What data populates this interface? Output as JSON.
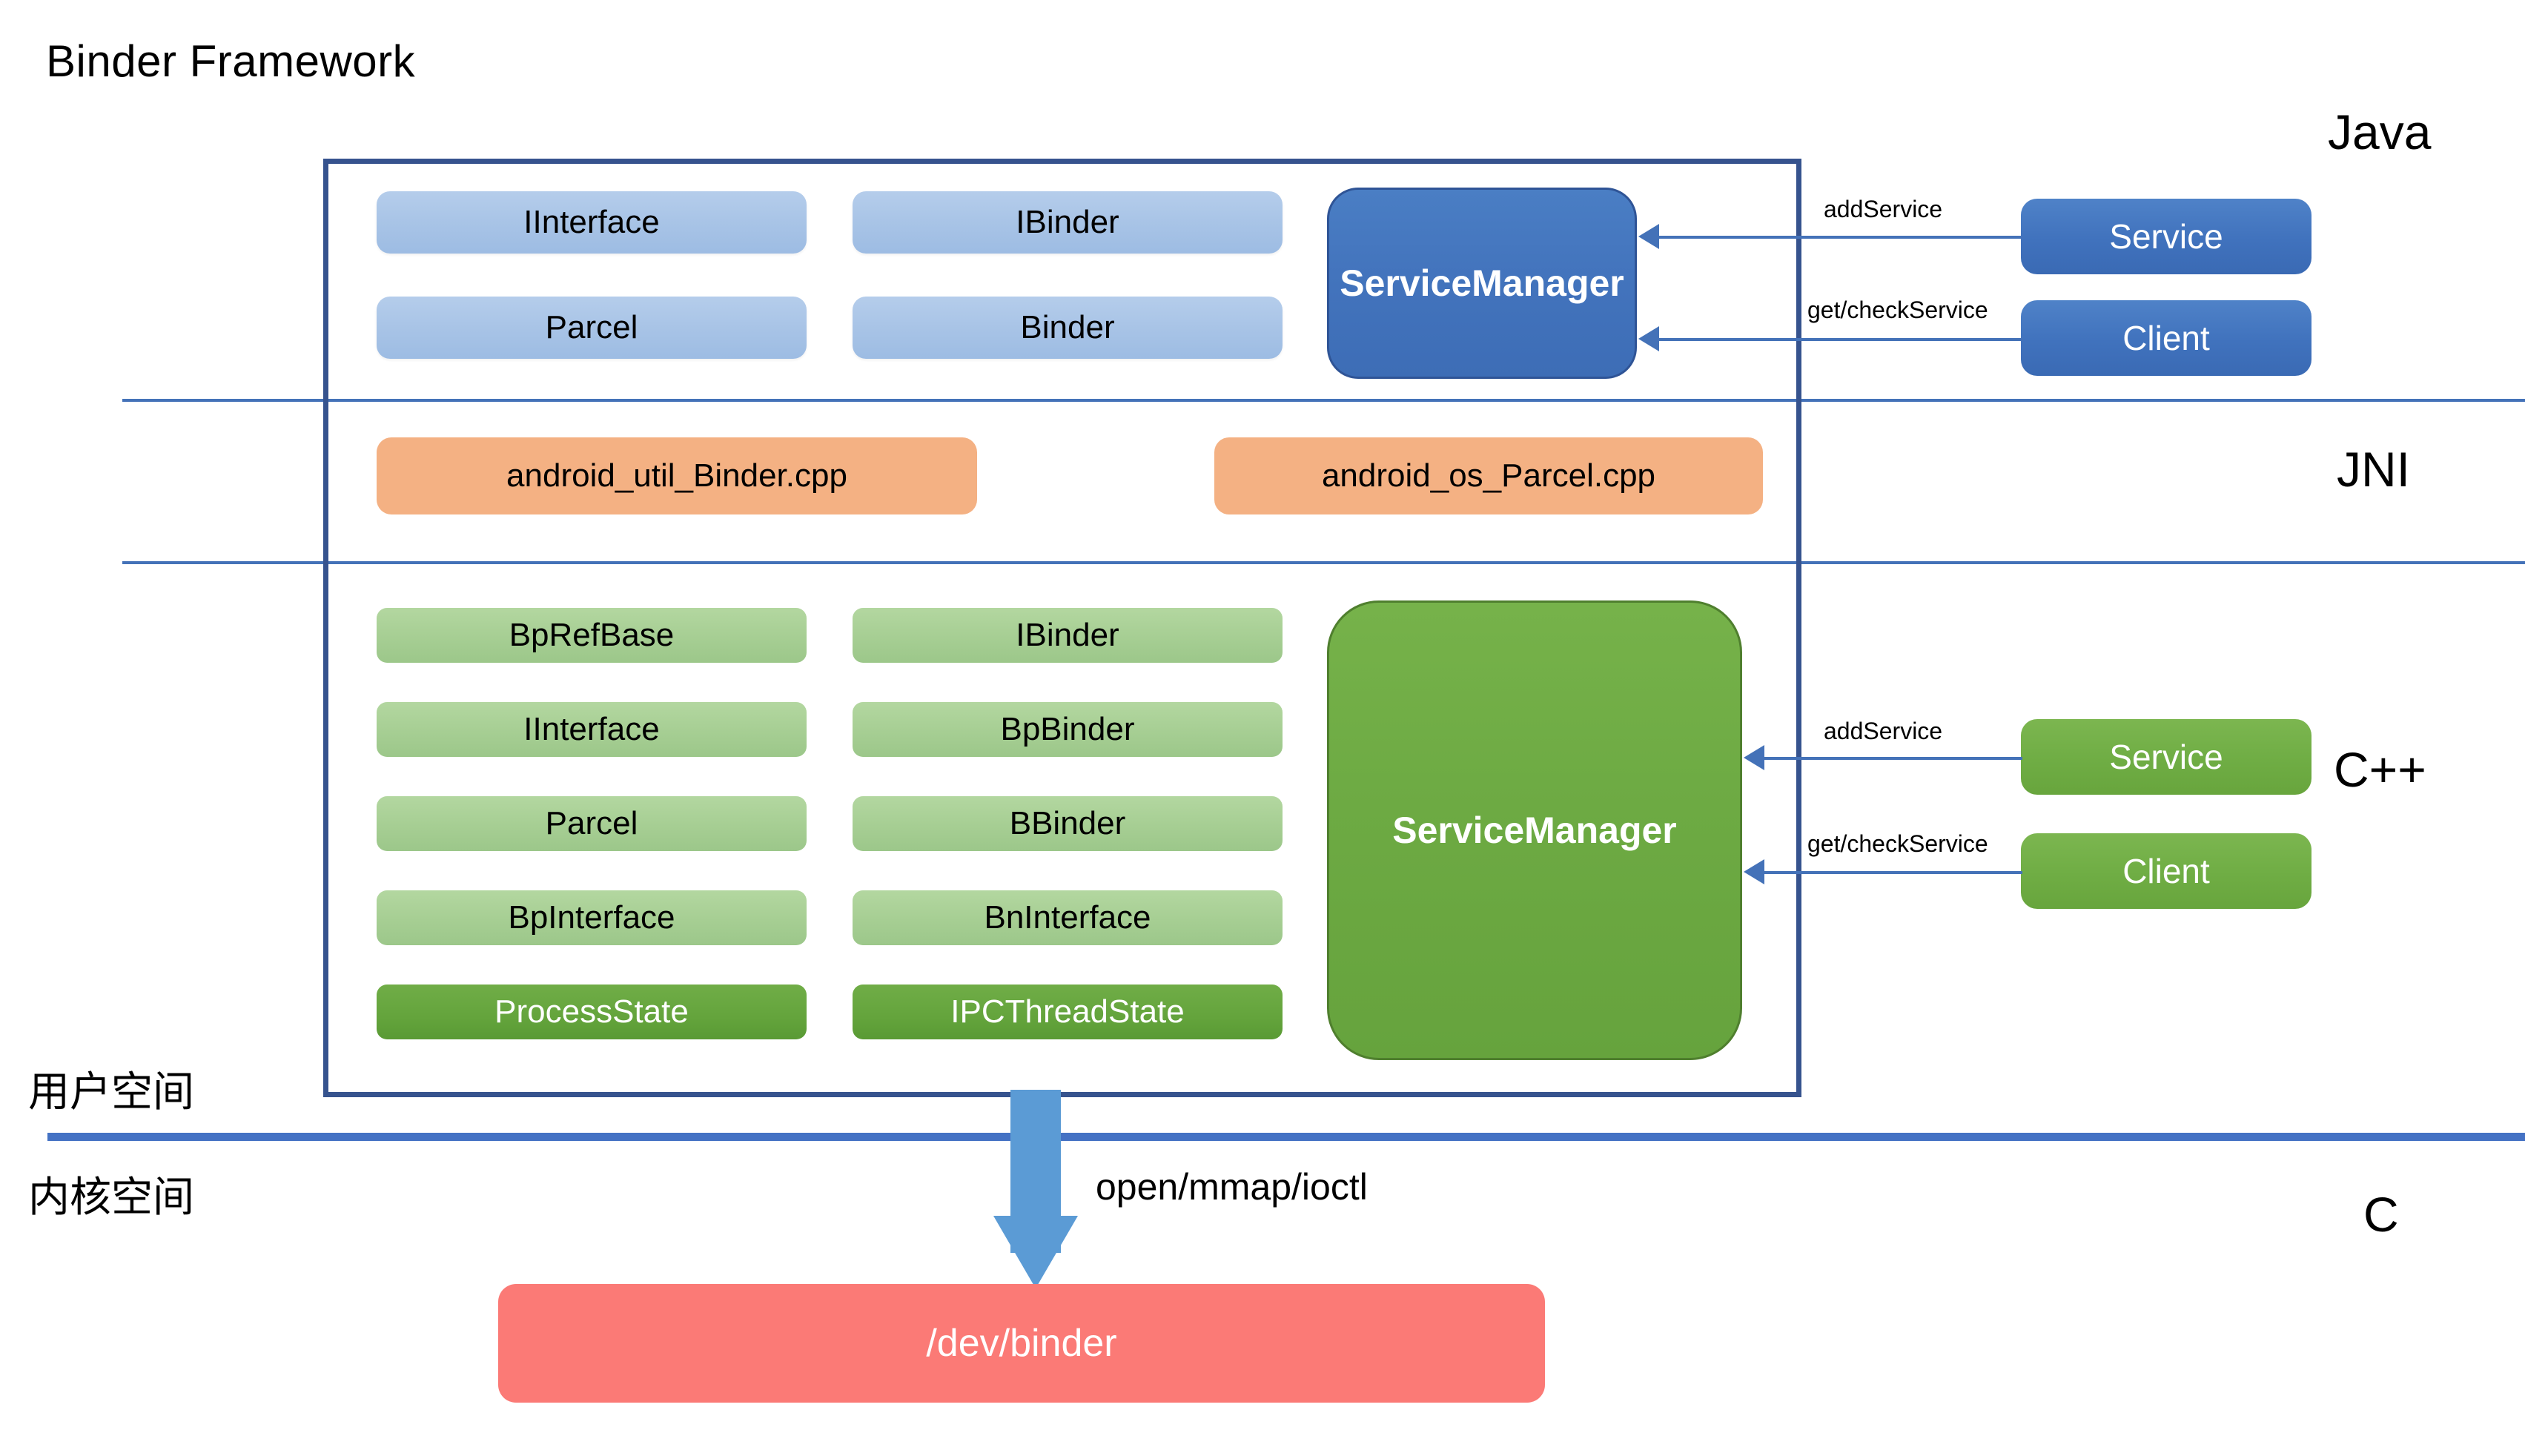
{
  "title": "Binder Framework",
  "colors": {
    "frame_border": "#36538e",
    "rule": "#4472b8",
    "kernel_rule": "#4472c4",
    "java_component": "#a7c3e6",
    "jni_component": "#f4b183",
    "cpp_component": "#a6ce93",
    "cpp_state": "#70ad47",
    "service_manager_java": "#4374bd",
    "service_manager_cpp": "#6daa43",
    "actor_java": "#4072bd",
    "actor_cpp": "#6fad44",
    "dev_binder": "#fb7a76",
    "arrow": "#5b9bd5"
  },
  "side_labels": {
    "java": "Java",
    "jni": "JNI",
    "cpp": "C++",
    "c": "C"
  },
  "space_labels": {
    "user": "用户空间",
    "kernel": "内核空间"
  },
  "java_layer": {
    "components": [
      {
        "label": "IInterface"
      },
      {
        "label": "IBinder"
      },
      {
        "label": "Parcel"
      },
      {
        "label": "Binder"
      }
    ],
    "service_manager": "ServiceManager",
    "actors": [
      {
        "label": "Service",
        "call": "addService"
      },
      {
        "label": "Client",
        "call": "get/checkService"
      }
    ]
  },
  "jni_layer": {
    "components": [
      {
        "label": "android_util_Binder.cpp"
      },
      {
        "label": "android_os_Parcel.cpp"
      }
    ]
  },
  "cpp_layer": {
    "components_left": [
      {
        "label": "BpRefBase",
        "kind": "component"
      },
      {
        "label": "IInterface",
        "kind": "component"
      },
      {
        "label": "Parcel",
        "kind": "component"
      },
      {
        "label": "BpInterface",
        "kind": "component"
      },
      {
        "label": "ProcessState",
        "kind": "state"
      }
    ],
    "components_right": [
      {
        "label": "IBinder",
        "kind": "component"
      },
      {
        "label": "BpBinder",
        "kind": "component"
      },
      {
        "label": "BBinder",
        "kind": "component"
      },
      {
        "label": "BnInterface",
        "kind": "component"
      },
      {
        "label": "IPCThreadState",
        "kind": "state"
      }
    ],
    "service_manager": "ServiceManager",
    "actors": [
      {
        "label": "Service",
        "call": "addService"
      },
      {
        "label": "Client",
        "call": "get/checkService"
      }
    ]
  },
  "kernel_layer": {
    "syscall_label": "open/mmap/ioctl",
    "device_node": "/dev/binder"
  }
}
